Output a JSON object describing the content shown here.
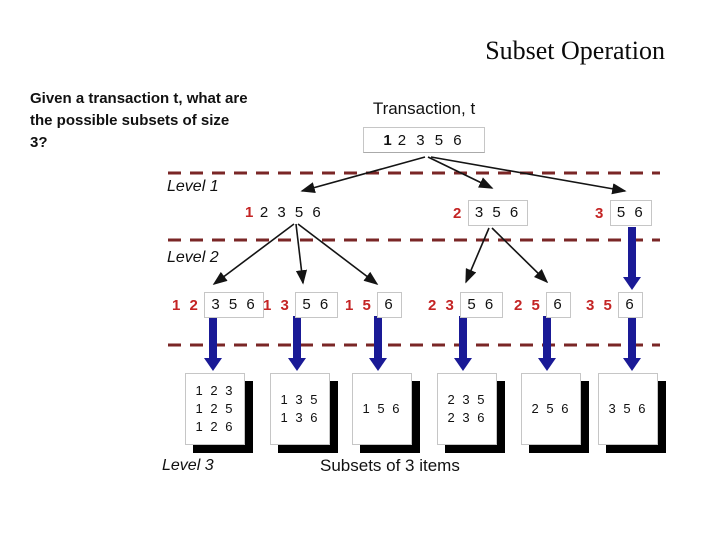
{
  "colors": {
    "red": "#c42424",
    "maroon": "#7a2626",
    "blue": "#1a1a96",
    "box_border": "#c6c6c6"
  },
  "slide": {
    "title": "Subset Operation",
    "question_lines": [
      "Given a transaction t, what are",
      "the possible subsets of size",
      "3?"
    ]
  },
  "tree": {
    "transaction": {
      "label": "Transaction, t",
      "first_item": "1",
      "rest_items": "2 3 5 6"
    },
    "level1": {
      "label": "Level 1",
      "nodes": [
        {
          "prefix": "1",
          "suffix": "2 3 5 6"
        },
        {
          "prefix": "2",
          "suffix": "3 5 6"
        },
        {
          "prefix": "3",
          "suffix": "5 6"
        }
      ]
    },
    "level2": {
      "label": "Level 2",
      "nodes": [
        {
          "prefix": "1 2",
          "suffix": "3 5 6"
        },
        {
          "prefix": "1 3",
          "suffix": "5 6"
        },
        {
          "prefix": "1 5",
          "suffix": "6"
        },
        {
          "prefix": "2 3",
          "suffix": "5 6"
        },
        {
          "prefix": "2 5",
          "suffix": "6"
        },
        {
          "prefix": "3 5",
          "suffix": "6"
        }
      ]
    },
    "level3": {
      "label": "Level 3",
      "caption": "Subsets of 3 items",
      "boxes": [
        {
          "lines": [
            "1 2 3",
            "1 2 5",
            "1 2 6"
          ]
        },
        {
          "lines": [
            "1 3 5",
            "1 3 6"
          ]
        },
        {
          "lines": [
            "1 5 6"
          ]
        },
        {
          "lines": [
            "2 3 5",
            "2 3 6"
          ]
        },
        {
          "lines": [
            "2 5 6"
          ]
        },
        {
          "lines": [
            "3 5 6"
          ]
        }
      ]
    }
  }
}
